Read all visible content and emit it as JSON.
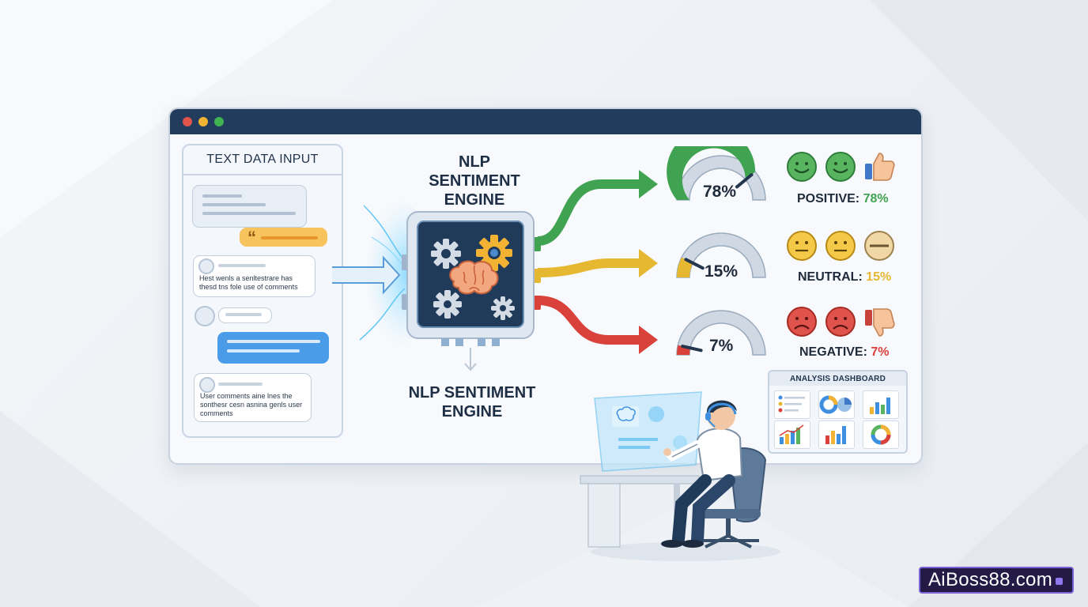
{
  "input_panel": {
    "title": "TEXT DATA INPUT",
    "comment_1": "Hest wenls a senltestrare has thesd tns fole use of comments",
    "comment_2": "User comments aine lnes the sonthesr cesn asnina genls user comments",
    "quote_glyph": "“"
  },
  "engine": {
    "top_label": "NLP SENTIMENT ENGINE",
    "bottom_label": "NLP SENTIMENT ENGINE",
    "icons": [
      "gear-icon",
      "brain-icon"
    ]
  },
  "sentiments": [
    {
      "key": "positive",
      "gauge_text": "78%",
      "label_prefix": "POSITIVE:",
      "label_value": "78%",
      "value": 0.78,
      "color": "#3fa351",
      "icons": [
        "smiley-icon",
        "smiley-icon",
        "thumbs-up-icon"
      ]
    },
    {
      "key": "neutral",
      "gauge_text": "15%",
      "label_prefix": "NEUTRAL:",
      "label_value": "15%",
      "value": 0.15,
      "color": "#e6b832",
      "icons": [
        "neutral-face-icon",
        "neutral-face-icon",
        "minus-icon"
      ]
    },
    {
      "key": "negative",
      "gauge_text": "7%",
      "label_prefix": "NEGATIVE:",
      "label_value": "7%",
      "value": 0.07,
      "color": "#d9413a",
      "icons": [
        "sad-face-icon",
        "sad-face-icon",
        "thumbs-down-icon"
      ]
    }
  ],
  "dashboard": {
    "title": "ANALYSIS DASHBOARD"
  },
  "brand": {
    "text": "AiBoss88.com"
  },
  "colors": {
    "titlebar": "#213c5c",
    "positive": "#3fa351",
    "neutral": "#e6b832",
    "negative": "#d9413a",
    "accent_blue": "#3f8fe0"
  }
}
